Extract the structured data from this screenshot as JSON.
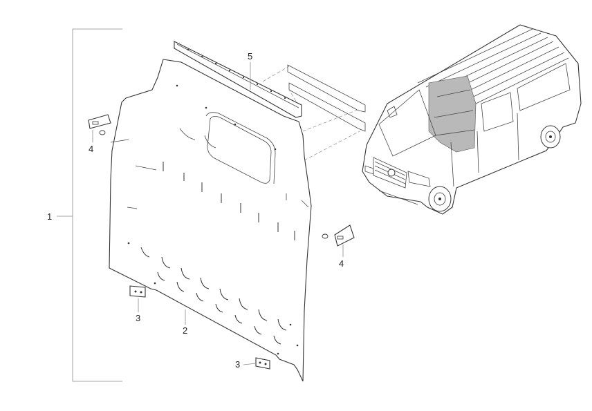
{
  "callouts": {
    "c1": "1",
    "c2": "2",
    "c3a": "3",
    "c3b": "3",
    "c4a": "4",
    "c4b": "4",
    "c5": "5"
  },
  "colors": {
    "line": "#333333",
    "shade": "#b9b9b9",
    "leader": "#8a8a8a"
  }
}
